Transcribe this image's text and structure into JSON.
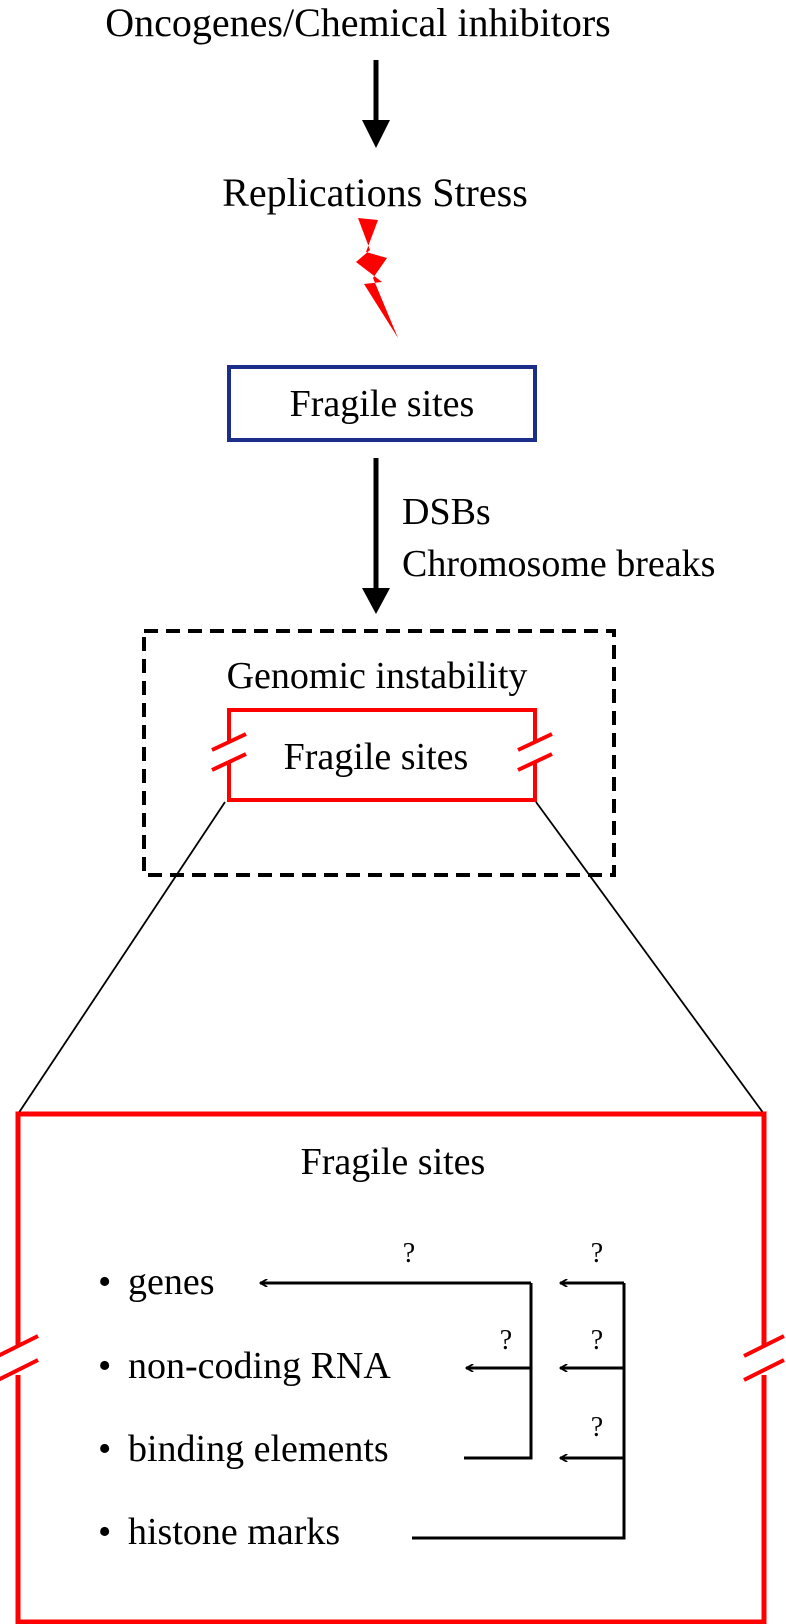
{
  "diagram": {
    "top_label": "Oncogenes/Chemical inhibitors",
    "stress_label": "Replications Stress",
    "fragile_box_label": "Fragile sites",
    "arrow_labels": [
      "DSBs",
      "Chromosome breaks"
    ],
    "instability": {
      "title": "Genomic instability",
      "inner_label": "Fragile sites"
    },
    "zoom_panel": {
      "title": "Fragile sites",
      "bullet_glyph": "•",
      "items": [
        "genes",
        "non-coding RNA",
        "binding elements",
        "histone marks"
      ],
      "question_mark": "?"
    },
    "colors": {
      "black": "#000000",
      "red": "#ff0000",
      "blue": "#1a2e8a"
    }
  }
}
